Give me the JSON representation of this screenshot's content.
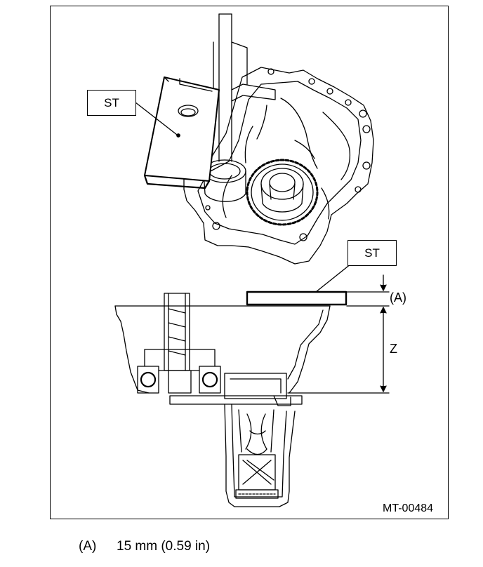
{
  "figure": {
    "labels": {
      "st_top": "ST",
      "st_bottom": "ST",
      "dim_a": "(A)",
      "dim_z": "Z"
    },
    "code": "MT-00484"
  },
  "legend": {
    "key": "(A)",
    "text": "15 mm (0.59 in)"
  }
}
